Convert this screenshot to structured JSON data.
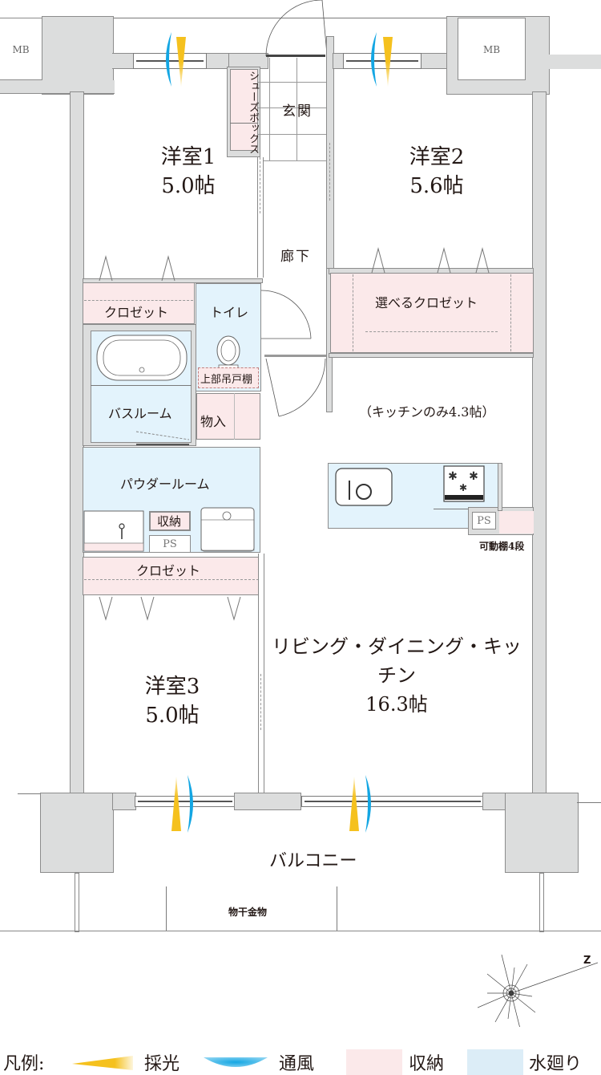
{
  "rooms": {
    "western_room_1": {
      "name": "洋室1",
      "size": "5.0帖"
    },
    "western_room_2": {
      "name": "洋室2",
      "size": "5.6帖"
    },
    "western_room_3": {
      "name": "洋室3",
      "size": "5.0帖"
    },
    "ldk": {
      "name": "リビング・ダイニング・キッチン",
      "size": "16.3帖"
    },
    "kitchen_note": "（キッチンのみ4.3帖）",
    "entrance": "玄関",
    "hallway": "廊下",
    "shoe_box": "シューズボックス",
    "shoe_box_col1": "シューズ",
    "shoe_box_col2": "ボックス",
    "closet_top_left": "クロゼット",
    "closet_bottom_left": "クロゼット",
    "selectable_closet": "選べるクロゼット",
    "toilet": "トイレ",
    "toilet_upper_cabinet": "上部吊戸棚",
    "bathroom": "バスルーム",
    "storage_room": "物入",
    "powder_room": "パウダールーム",
    "powder_storage": "収納",
    "ps_powder": "PS",
    "ps_kitchen": "PS",
    "movable_shelf": "可動棚4段",
    "balcony": "バルコニー",
    "laundry_hanger": "物干金物",
    "mb_left": "MB",
    "mb_right": "MB"
  },
  "compass": {
    "north_label": "N"
  },
  "legend": {
    "title": "凡例:",
    "items": [
      {
        "label": "採光",
        "meaning": "daylight",
        "color": "#f5c11e"
      },
      {
        "label": "通風",
        "meaning": "ventilation",
        "color": "#13a6e3"
      },
      {
        "label": "収納",
        "meaning": "storage",
        "color": "#fbe9ea"
      },
      {
        "label": "水廻り",
        "meaning": "wet-area",
        "color": "#e3f3fc"
      }
    ]
  },
  "colors": {
    "wall": "#dcdddd",
    "storage": "#fbe9ea",
    "water": "#e3f3fc",
    "daylight": "#f5c11e",
    "ventilation": "#13a6e3"
  }
}
